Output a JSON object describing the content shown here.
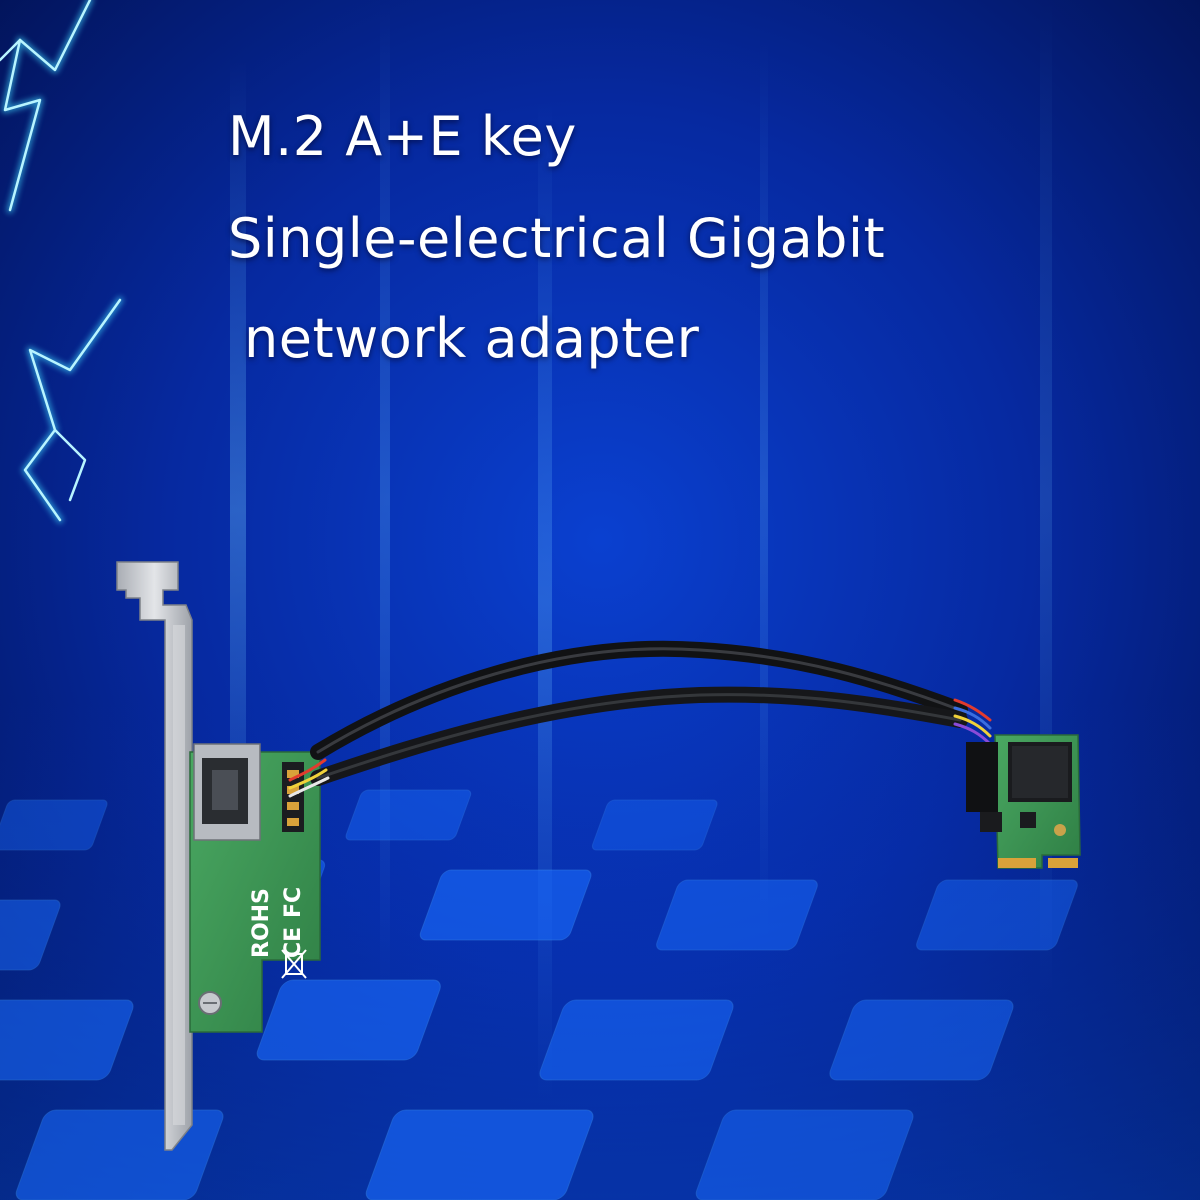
{
  "headline": {
    "line1": "M.2 A+E key",
    "line2": "Single-electrical Gigabit",
    "line3": "network adapter"
  },
  "board_markings": {
    "rohs": "ROHS",
    "ce": "CE",
    "fc": "FC"
  },
  "colors": {
    "background_dark": "#000a3a",
    "background_mid": "#0a3cc8",
    "glow": "#3fd8ff",
    "pcb_green": "#3f9b55",
    "bracket_silver": "#c9ccd1",
    "text": "#ffffff"
  },
  "icons": [
    "lightning-bolt-icon",
    "rj45-port-icon",
    "ce-mark-icon",
    "fc-mark-icon",
    "weee-bin-icon"
  ]
}
